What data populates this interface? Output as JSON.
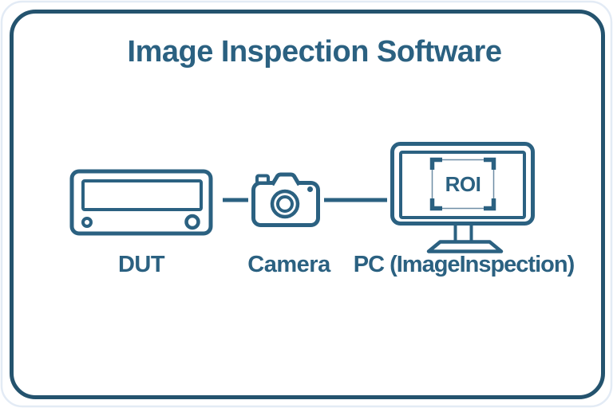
{
  "title": "Image Inspection Software",
  "colors": {
    "ink": "#2b6181",
    "frame": "#24536e",
    "thin_line": "#6f8ea6",
    "background": "#ffffff",
    "outer_edge": "#e3ebf5"
  },
  "diagram": {
    "nodes": [
      {
        "id": "dut",
        "label": "DUT",
        "icon": "device-box-icon"
      },
      {
        "id": "camera",
        "label": "Camera",
        "icon": "camera-icon"
      },
      {
        "id": "pc",
        "label": "PC (ImageInspection)",
        "icon": "monitor-icon",
        "screen_label": "ROI",
        "screen_icon": "roi-selection-icon"
      }
    ],
    "connectors": [
      {
        "from": "dut",
        "to": "camera"
      },
      {
        "from": "camera",
        "to": "pc"
      }
    ]
  }
}
